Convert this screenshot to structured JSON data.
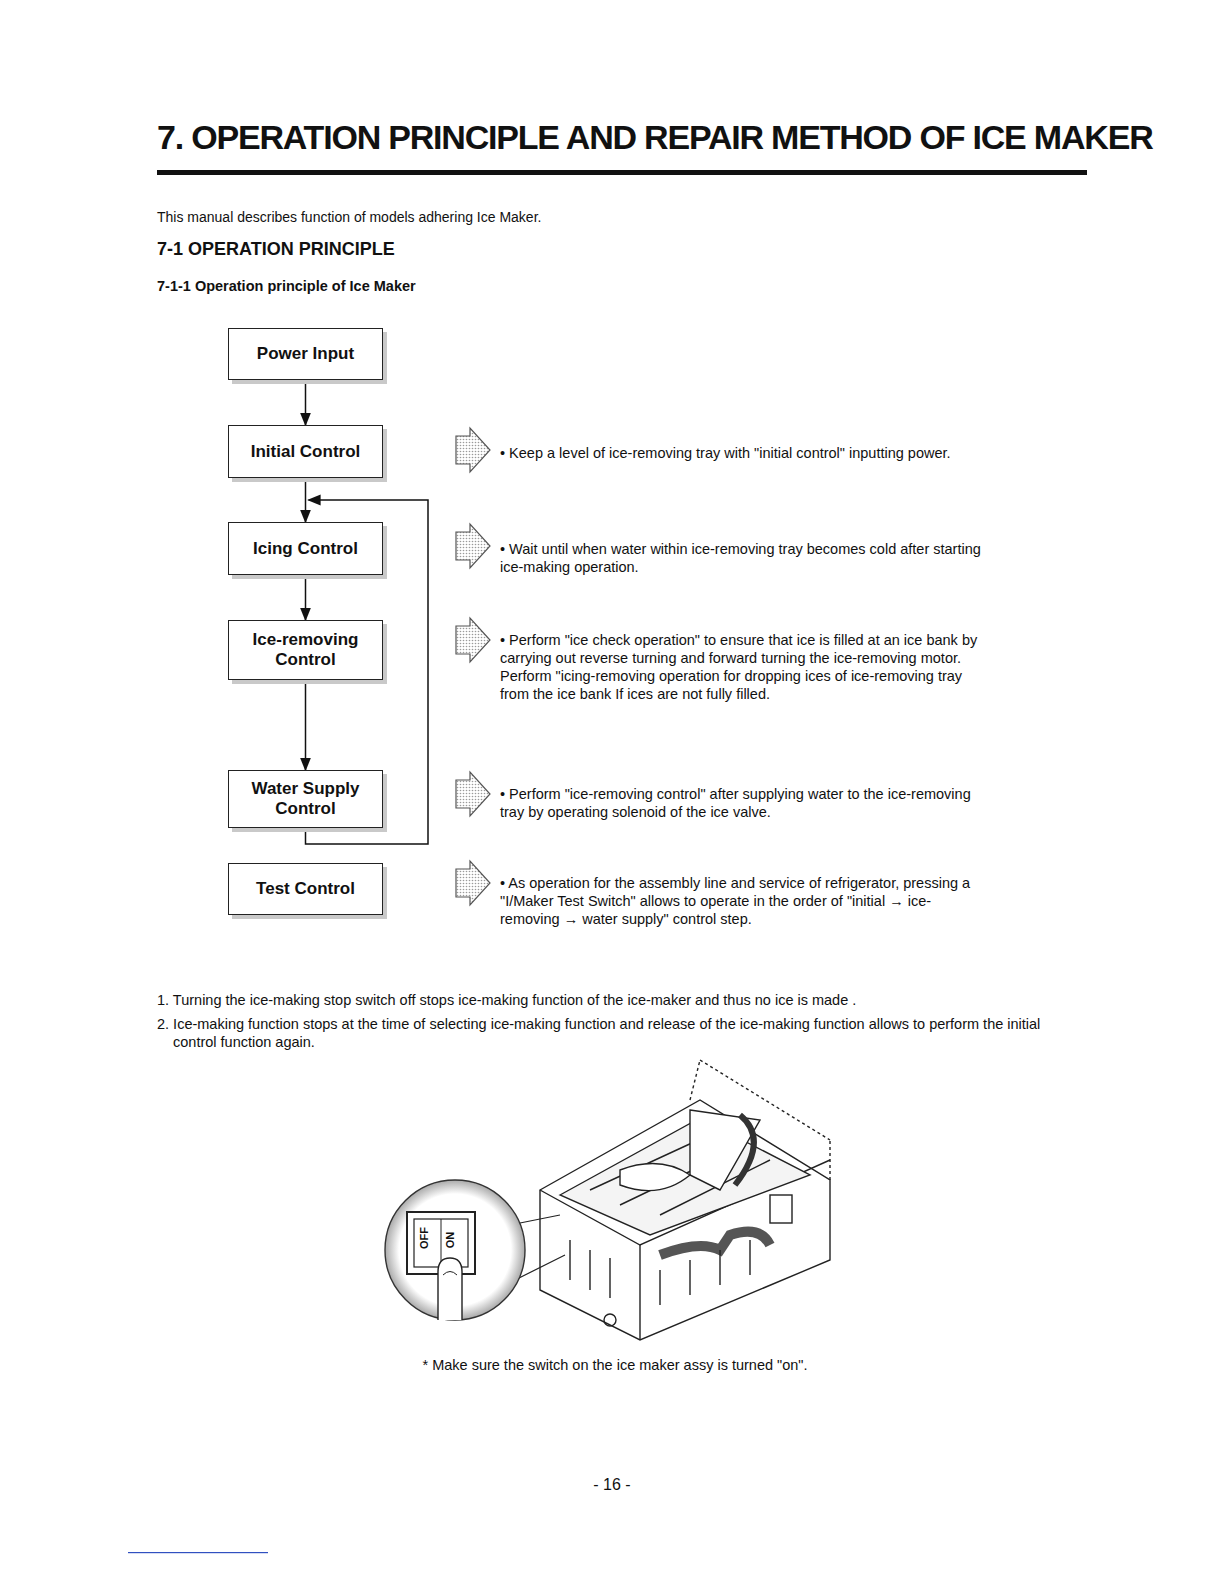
{
  "diagram": {
    "title": "7. OPERATION PRINCIPLE AND REPAIR METHOD OF ICE MAKER",
    "nodes": [
      {
        "text": [
          "Power Input"
        ]
      },
      {
        "text": [
          "Initial Control"
        ]
      },
      {
        "text": [
          "Icing Control"
        ]
      },
      {
        "text": [
          "Ice-removing Control"
        ]
      },
      {
        "text": [
          "Water Supply Control"
        ]
      },
      {
        "text": [
          "Test Control"
        ]
      }
    ],
    "edges": [
      {
        "from": 0,
        "to": 1,
        "arrow": "to"
      },
      {
        "from": 1,
        "to": 2,
        "arrow": "to"
      },
      {
        "from": 2,
        "to": 3,
        "arrow": "to"
      },
      {
        "from": 3,
        "to": 4,
        "arrow": "to"
      },
      {
        "from": 4,
        "to": 2,
        "arrow": "to"
      }
    ],
    "labels": [
      "This manual describes function of models adhering Ice Maker.",
      "7-1 OPERATION PRINCIPLE",
      "7-1-1 Operation principle of Ice Maker",
      "• Keep a level of ice-removing tray with \"initial control\" inputting power.",
      "• Wait until when water within ice-removing tray becomes cold after starting ice-making operation.",
      "• Perform \"ice check operation\" to ensure that ice is filled at an ice bank by carrying out reverse turning and forward turning the ice-removing motor. Perform \"icing-removing operation for dropping ices of ice-removing tray from the ice bank If ices are not fully filled.",
      "• Perform \"ice-removing control\" after supplying water to the ice-removing tray by operating solenoid of the ice valve.",
      "• As operation for the assembly line and service of refrigerator, pressing a \"I/Maker Test Switch\" allows to operate in the order of \"initial → ice-removing → water supply\" control step.",
      "1. Turning the ice-making stop switch off stops ice-making function of the ice-maker and thus no ice is made .",
      "2. Ice-making function stops at the time of selecting ice-making function and release of the ice-making function allows to perform the initial control function again.",
      "OFF",
      "ON",
      "* Make sure the switch on the ice maker assy is turned \"on\".",
      "- 16 -"
    ]
  }
}
